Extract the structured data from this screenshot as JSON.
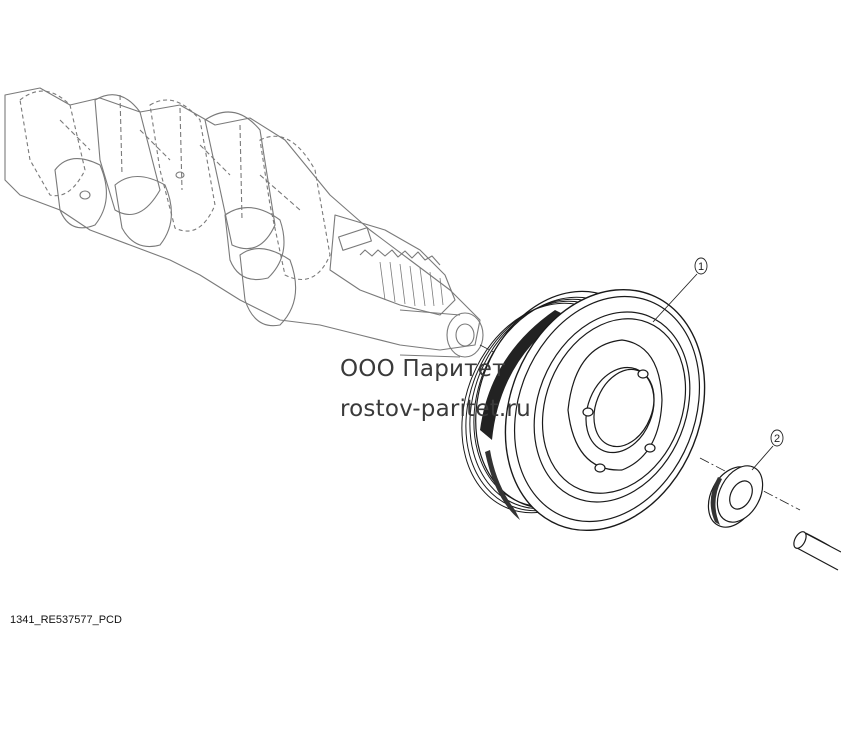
{
  "watermark": {
    "line1": "ООО Паритет",
    "line2": "rostov-paritet.ru"
  },
  "drawing_id": "1341_RE537577_PCD",
  "callouts": [
    {
      "label": "1",
      "part": "crankshaft-damper-pulley"
    },
    {
      "label": "2",
      "part": "washer"
    }
  ],
  "colors": {
    "line": "#1a1a1a",
    "ghost_line": "#7a7a7a",
    "watermark": "#3a3a3a"
  }
}
